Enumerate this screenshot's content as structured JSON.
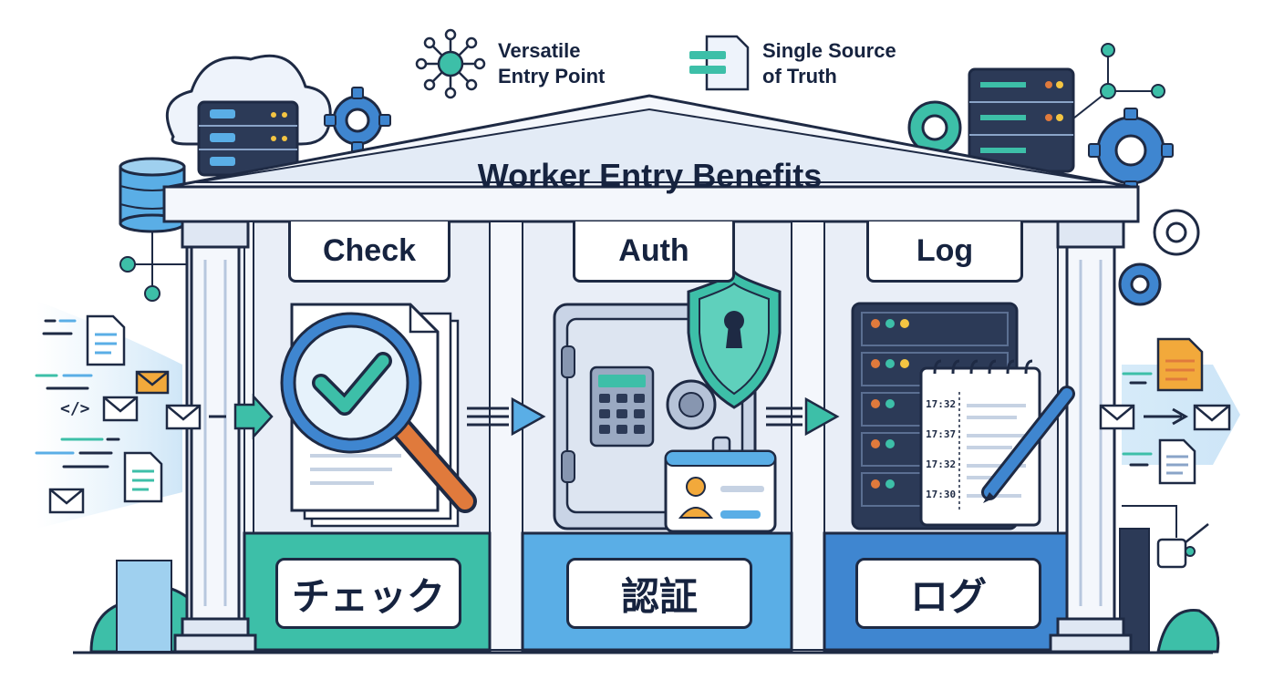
{
  "legend": {
    "entry_point": [
      "Versatile",
      "Entry Point"
    ],
    "source_of_truth": [
      "Single Source",
      "of Truth"
    ]
  },
  "title": "Worker Entry Benefits",
  "pillars": [
    {
      "top": "Check",
      "bottom": "チェック",
      "color": "#3dbfa8"
    },
    {
      "top": "Auth",
      "bottom": "認証",
      "color": "#5aaee6"
    },
    {
      "top": "Log",
      "bottom": "ログ",
      "color": "#3f86d0"
    }
  ],
  "code_tag": "</>",
  "log_times": [
    "17:32",
    "17:37",
    "17:32",
    "17:30"
  ],
  "colors": {
    "outline": "#1e2a44",
    "teal": "#3dbfa8",
    "blue": "#3f86d0",
    "light_blue": "#5aaee6",
    "building": "#e9eef7",
    "orange": "#e07a3c"
  },
  "icons": [
    "network-hub-icon",
    "document-list-icon",
    "cloud-icon",
    "server-rack-icon",
    "gear-icon",
    "database-icon",
    "magnifier-check-icon",
    "vault-safe-icon",
    "shield-keyhole-icon",
    "id-badge-icon",
    "server-rack-icon",
    "notepad-icon",
    "pen-icon",
    "envelope-icon",
    "arrow-icon"
  ]
}
